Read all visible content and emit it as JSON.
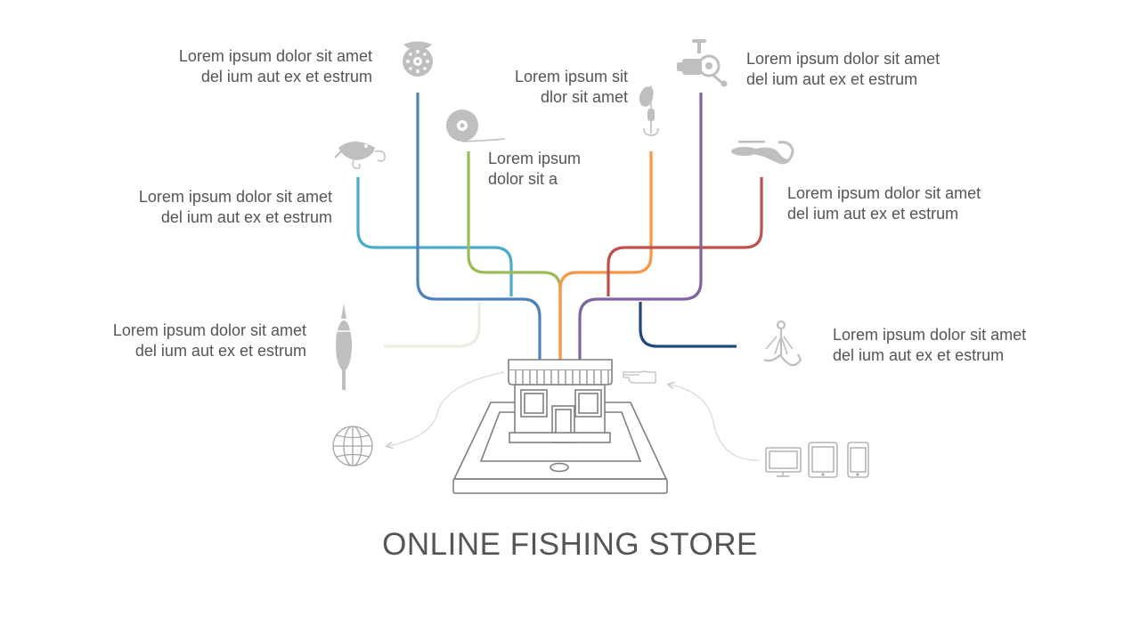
{
  "title": "ONLINE FISHING STORE",
  "colors": {
    "blue": "#4F81BD",
    "teal": "#4BACC6",
    "green": "#9BBB59",
    "orange": "#F79646",
    "purple": "#8064A2",
    "red": "#C0504D",
    "navy": "#1F497D",
    "cream": "#EEECE1",
    "text": "#555555",
    "icon": "#BFBFBF",
    "outline": "#7F7F7F"
  },
  "items": [
    {
      "id": "reel",
      "icon": "fly-reel-icon",
      "line1": "Lorem ipsum dolor sit amet",
      "line2": "del ium aut ex et estrum"
    },
    {
      "id": "thread",
      "icon": "fishing-line-spool-icon",
      "line1": "Lorem ipsum",
      "line2": "dolor sit a"
    },
    {
      "id": "spinner",
      "icon": "spinner-lure-icon",
      "line1": "Lorem ipsum  sit",
      "line2": "dlor sit amet"
    },
    {
      "id": "spinning-reel",
      "icon": "spinning-reel-icon",
      "line1": "Lorem ipsum dolor sit amet",
      "line2": "del ium aut ex et estrum"
    },
    {
      "id": "wobbler",
      "icon": "wobbler-lure-icon",
      "line1": "Lorem ipsum dolor sit amet",
      "line2": "del ium aut ex et estrum"
    },
    {
      "id": "soft-bait",
      "icon": "soft-bait-icon",
      "line1": "Lorem ipsum dolor sit amet",
      "line2": "del ium aut ex et estrum"
    },
    {
      "id": "float",
      "icon": "float-bobber-icon",
      "line1": "Lorem ipsum dolor sit amet",
      "line2": "del ium aut ex et estrum"
    },
    {
      "id": "hook",
      "icon": "treble-hook-icon",
      "line1": "Lorem ipsum dolor sit amet",
      "line2": "del ium aut ex et estrum"
    }
  ],
  "decor": [
    "globe-icon",
    "pointing-hand-icon",
    "devices-icon",
    "tablet-storefront-icon"
  ]
}
